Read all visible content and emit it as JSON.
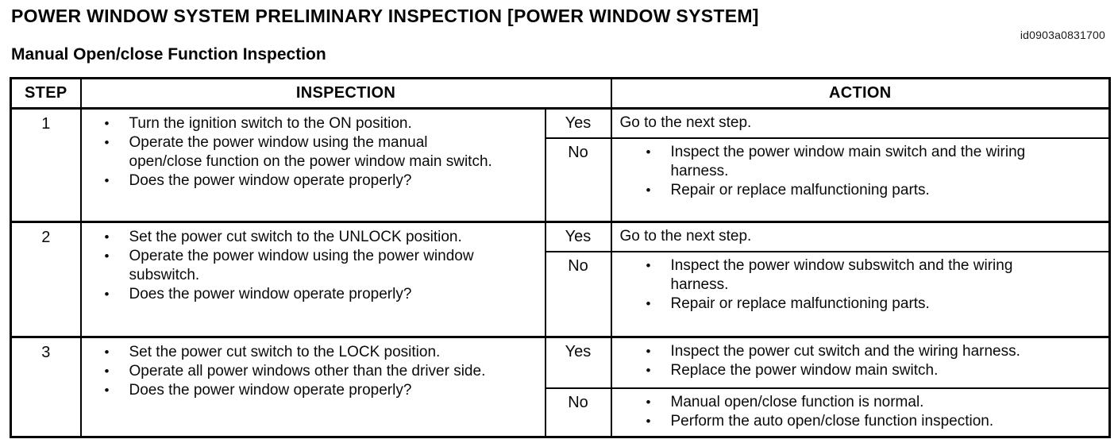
{
  "page": {
    "title": "POWER WINDOW SYSTEM PRELIMINARY INSPECTION [POWER WINDOW SYSTEM]",
    "doc_id": "id0903a0831700",
    "subtitle": "Manual Open/close Function Inspection"
  },
  "glyphs": {
    "bullet": "•"
  },
  "table": {
    "headers": {
      "step": "STEP",
      "inspection": "INSPECTION",
      "action": "ACTION"
    },
    "rows": [
      {
        "step": "1",
        "inspection": [
          "Turn the ignition switch to the ON position.",
          "Operate the power window using the manual open/close function on the power window main switch.",
          "Does the power window operate properly?"
        ],
        "outcomes": [
          {
            "answer": "Yes",
            "actions": [
              "Go to the next step."
            ]
          },
          {
            "answer": "No",
            "actions": [
              "Inspect the power window main switch and the wiring harness.",
              "Repair or replace malfunctioning parts."
            ]
          }
        ]
      },
      {
        "step": "2",
        "inspection": [
          "Set the power cut switch to the UNLOCK position.",
          "Operate the power window using the power window subswitch.",
          "Does the power window operate properly?"
        ],
        "outcomes": [
          {
            "answer": "Yes",
            "actions": [
              "Go to the next step."
            ]
          },
          {
            "answer": "No",
            "actions": [
              "Inspect the power window subswitch and the wiring harness.",
              "Repair or replace malfunctioning parts."
            ]
          }
        ]
      },
      {
        "step": "3",
        "inspection": [
          "Set the power cut switch to the LOCK position.",
          "Operate all power windows other than the driver side.",
          "Does the power window operate properly?"
        ],
        "outcomes": [
          {
            "answer": "Yes",
            "actions": [
              "Inspect the power cut switch and the wiring harness.",
              "Replace the power window main switch."
            ]
          },
          {
            "answer": "No",
            "actions": [
              "Manual open/close function is normal.",
              "Perform the auto open/close function inspection."
            ]
          }
        ]
      }
    ]
  }
}
